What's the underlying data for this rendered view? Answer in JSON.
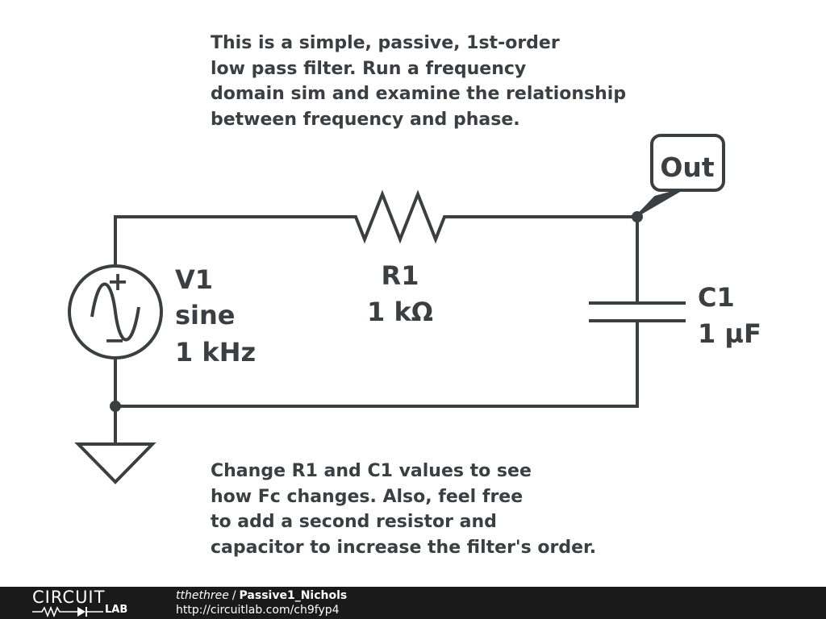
{
  "notes": {
    "top": [
      "This is a simple, passive, 1st-order",
      "low pass filter. Run a frequency",
      "domain sim and examine the relationship",
      "between frequency and phase."
    ],
    "bottom": [
      "Change R1 and C1 values to see",
      "how Fc changes. Also, feel free",
      "to add a second resistor and",
      "capacitor to increase the filter's order."
    ]
  },
  "components": {
    "source": {
      "name": "V1",
      "type": "sine",
      "value": "1 kHz",
      "polarity_plus": "+",
      "polarity_minus": "−"
    },
    "resistor": {
      "name": "R1",
      "value": "1 kΩ"
    },
    "capacitor": {
      "name": "C1",
      "value": "1 µF"
    },
    "output_label": "Out"
  },
  "footer": {
    "logo_top": "CIRCUIT",
    "logo_bottom": "LAB",
    "user": "tthethree",
    "separator": "/",
    "title": "Passive1_Nichols",
    "url": "http://circuitlab.com/ch9fyp4"
  },
  "colors": {
    "ink": "#3b3f42",
    "footer_bg": "#1a1a1a",
    "background": "#ffffff"
  }
}
